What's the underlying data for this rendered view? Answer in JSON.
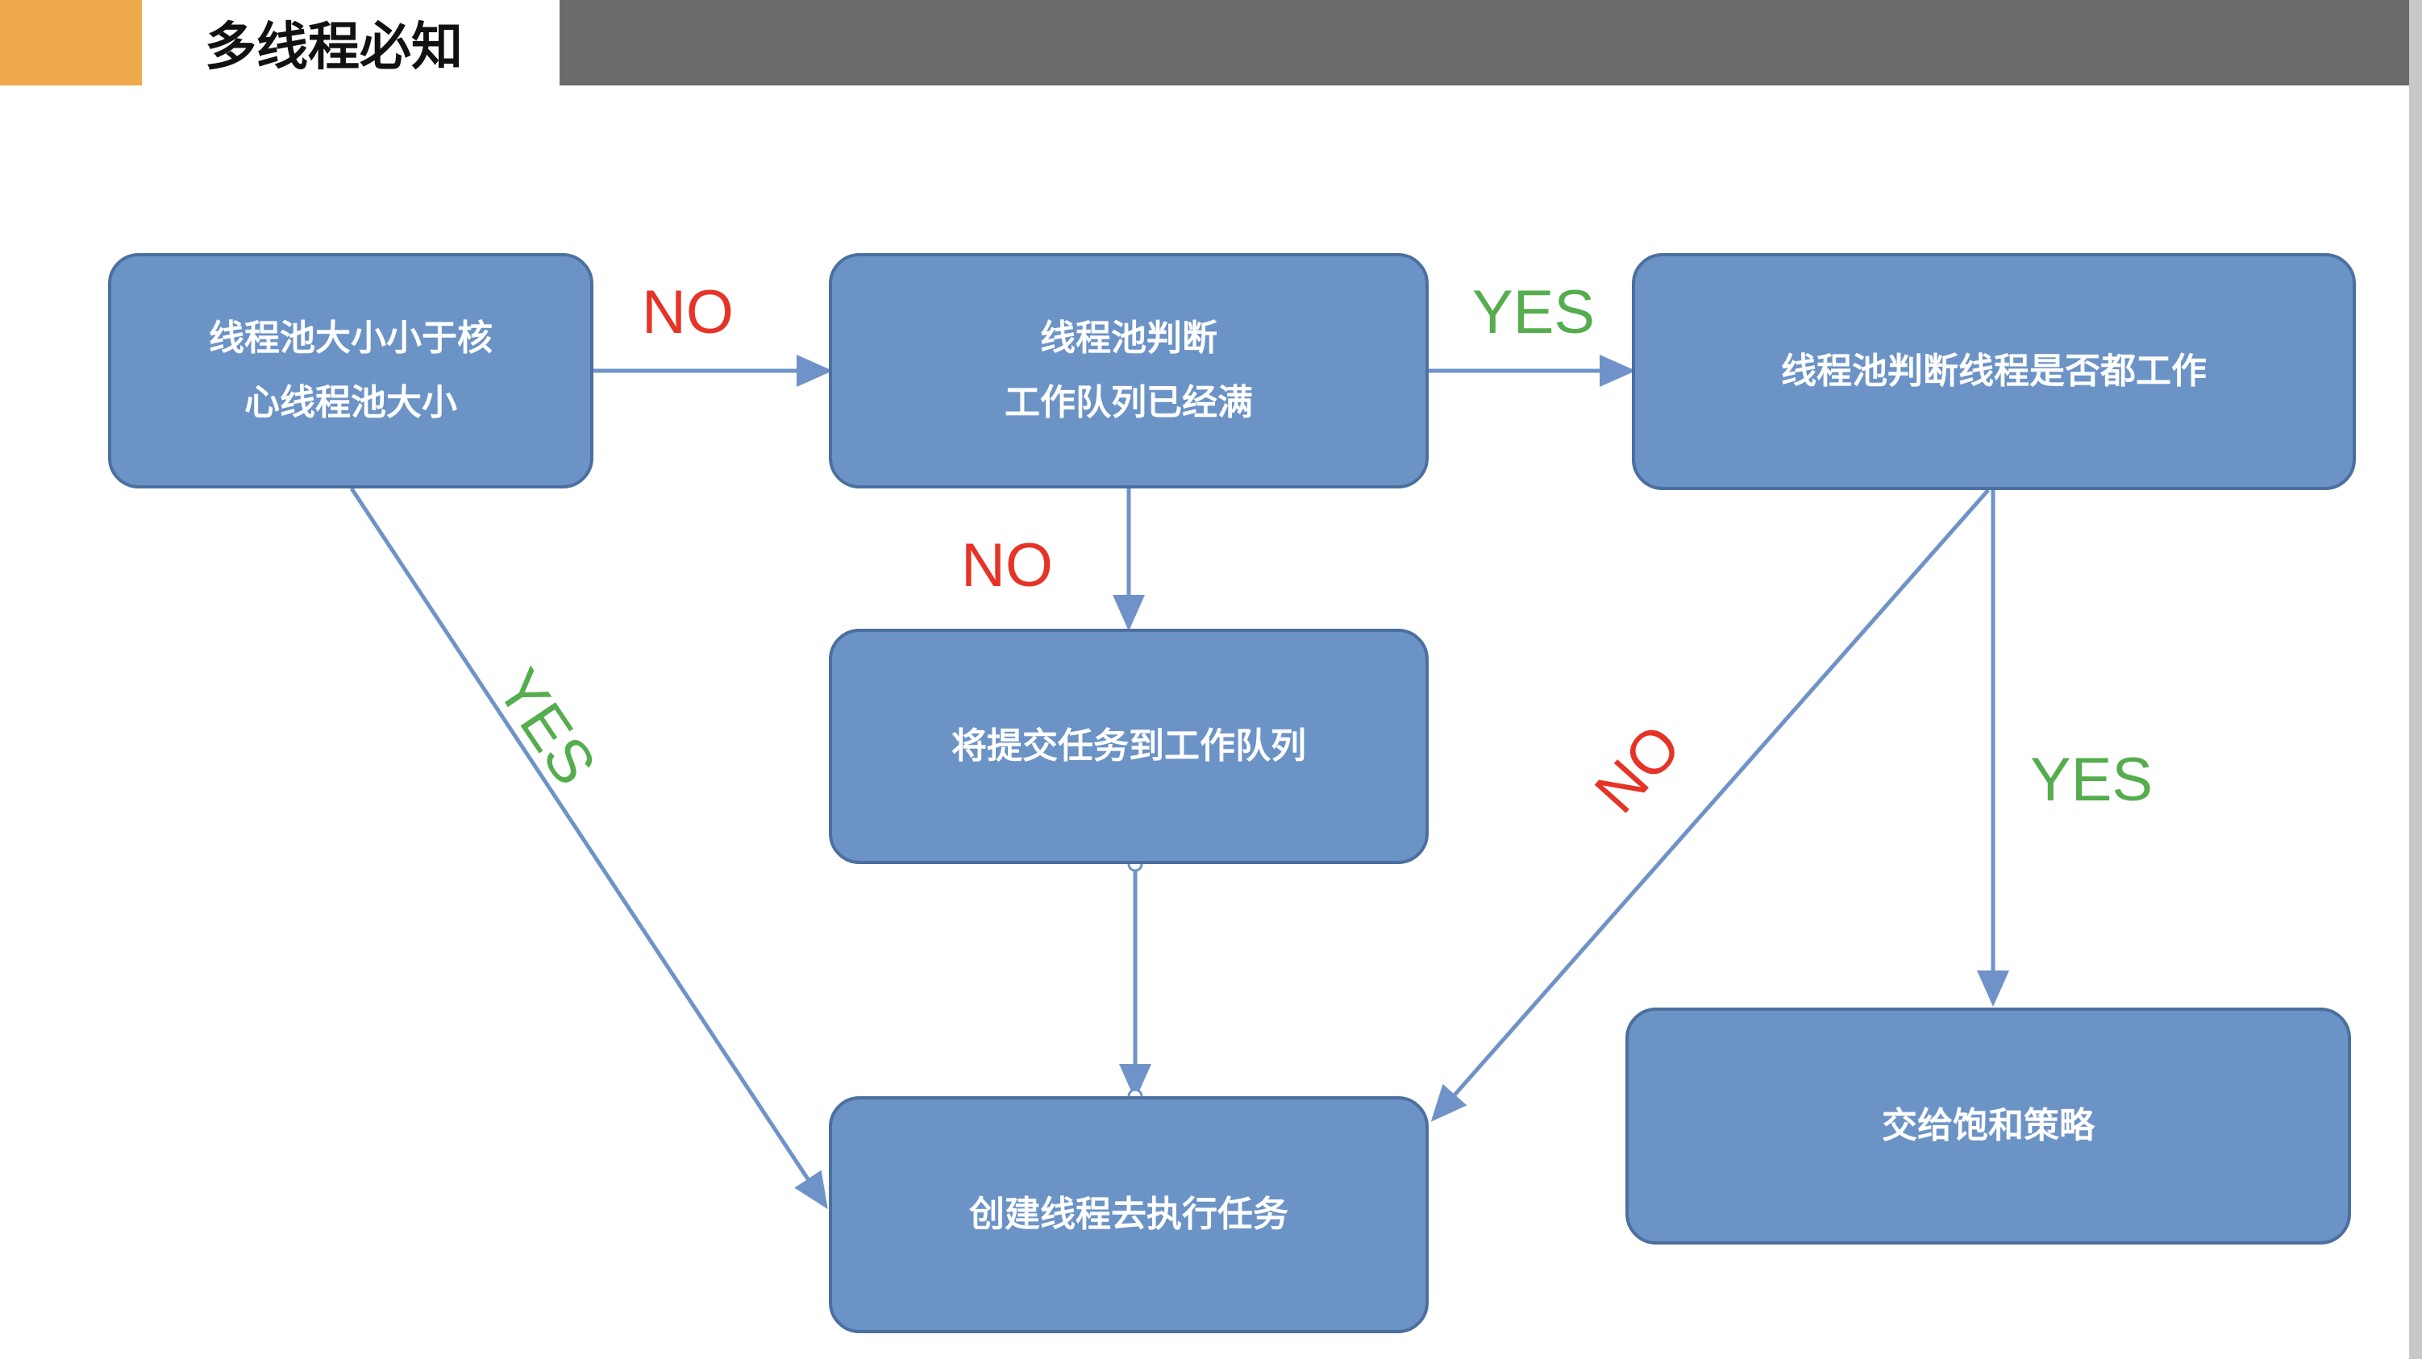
{
  "header": {
    "title": "多线程必知"
  },
  "colors": {
    "accent": "#f0a94a",
    "header_bar": "#6b6b6b",
    "box_fill": "#6c93c6",
    "box_border": "#4b6f9f",
    "arrow": "#6f93c8",
    "no_label": "#e53427",
    "yes_label": "#55ad4e"
  },
  "nodes": {
    "check_core": {
      "line1": "线程池大小小于核",
      "line2": "心线程池大小"
    },
    "check_queue": {
      "line1": "线程池判断",
      "line2": "工作队列已经满"
    },
    "check_all_busy": {
      "text": "线程池判断线程是否都工作"
    },
    "submit_queue": {
      "text": "将提交任务到工作队列"
    },
    "create_thread": {
      "text": "创建线程去执行任务"
    },
    "saturation": {
      "text": "交给饱和策略"
    }
  },
  "edges": {
    "core_to_queue": "NO",
    "queue_to_busy": "YES",
    "queue_to_submit": "NO",
    "core_to_create": "YES",
    "busy_to_create": "NO",
    "busy_to_saturation": "YES"
  }
}
